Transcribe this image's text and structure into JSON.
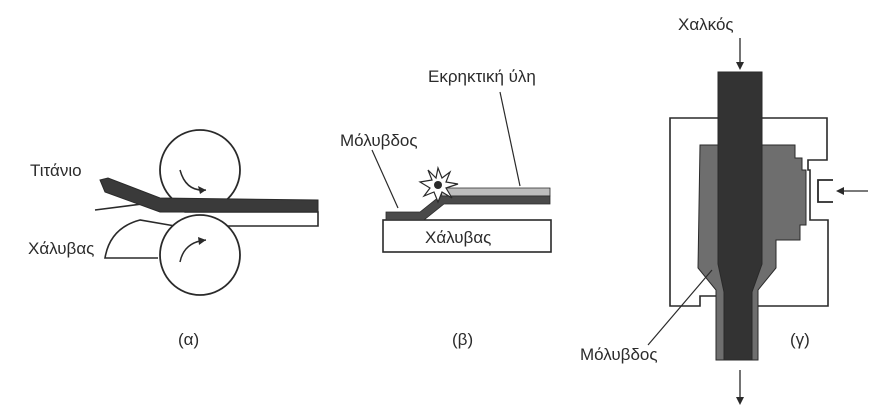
{
  "panel_a": {
    "label_top": "Τιτάνιο",
    "label_bottom": "Χάλυβας",
    "caption": "(α)"
  },
  "panel_b": {
    "label_explosive": "Εκρηκτική ύλη",
    "label_lead": "Μόλυβδος",
    "label_base": "Χάλυβας",
    "caption": "(β)"
  },
  "panel_c": {
    "label_top": "Χαλκός",
    "label_lead": "Μόλυβδος",
    "caption": "(γ)"
  },
  "colors": {
    "dark_metal": "#3a3a3a",
    "mid_metal": "#6e6e6e",
    "light_layer": "#bdbdbd",
    "outline": "#2a2a2a",
    "paper": "#ffffff"
  }
}
